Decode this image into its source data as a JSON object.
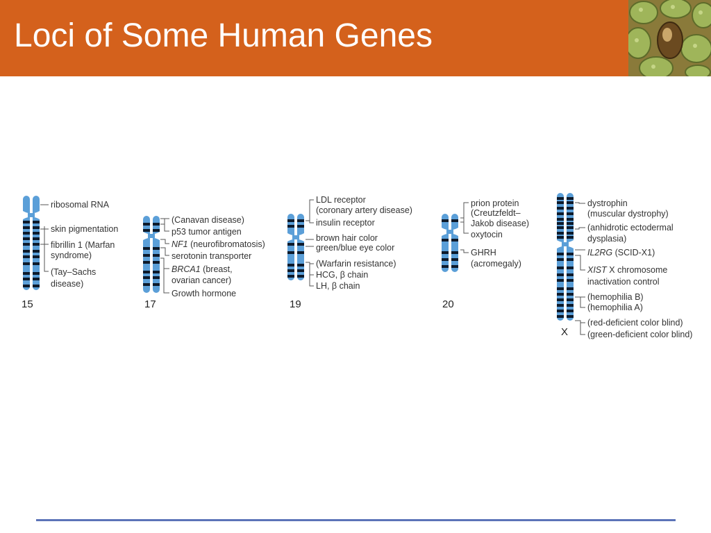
{
  "slide": {
    "title": "Loci of Some Human Genes"
  },
  "colors": {
    "header": "#d4611c",
    "chromosome": "#5b9fd8",
    "band": "#0d1a2b",
    "rule": "#5b73b8"
  },
  "chromosomes": [
    {
      "id": "15",
      "label": "15",
      "loci": [
        {
          "text": "ribosomal RNA"
        },
        {
          "text": "skin pigmentation"
        },
        {
          "text": "fibrillin 1 (Marfan syndrome)",
          "lines": [
            "fibrillin 1 (Marfan",
            "syndrome)"
          ]
        },
        {
          "text": "(Tay–Sachs disease)",
          "lines": [
            "(Tay–Sachs",
            "disease)"
          ]
        }
      ]
    },
    {
      "id": "17",
      "label": "17",
      "loci": [
        {
          "text": "(Canavan disease)"
        },
        {
          "text": "p53 tumor antigen"
        },
        {
          "gene": "NF1",
          "rest": " (neurofibromatosis)"
        },
        {
          "text": "serotonin transporter"
        },
        {
          "gene": "BRCA1",
          "rest": " (breast,",
          "line2": "ovarian cancer)"
        },
        {
          "text": "Growth hormone"
        }
      ]
    },
    {
      "id": "19",
      "label": "19",
      "loci": [
        {
          "text": "LDL receptor (coronary artery disease)",
          "lines": [
            "LDL receptor",
            "(coronary artery disease)"
          ]
        },
        {
          "text": "insulin receptor"
        },
        {
          "text": "brown hair color"
        },
        {
          "text": "green/blue eye color"
        },
        {
          "text": "(Warfarin resistance)"
        },
        {
          "text": "HCG, β chain"
        },
        {
          "text": "LH, β chain"
        }
      ]
    },
    {
      "id": "20",
      "label": "20",
      "loci": [
        {
          "text": "prion protein (Creutzfeldt–Jakob disease)",
          "lines": [
            "prion protein",
            "(Creutzfeldt–",
            "Jakob disease)"
          ]
        },
        {
          "text": "oxytocin"
        },
        {
          "text": "GHRH (acromegaly)",
          "lines": [
            "GHRH",
            "(acromegaly)"
          ]
        }
      ]
    },
    {
      "id": "X",
      "label": "X",
      "loci": [
        {
          "text": "dystrophin (muscular dystrophy)",
          "lines": [
            "dystrophin",
            "(muscular dystrophy)"
          ]
        },
        {
          "text": "(anhidrotic ectodermal dysplasia)",
          "lines": [
            "(anhidrotic ectodermal",
            "dysplasia)"
          ]
        },
        {
          "gene": "IL2RG",
          "rest": " (SCID-X1)"
        },
        {
          "gene": "XIST",
          "rest": " X chromosome",
          "line2": "inactivation control"
        },
        {
          "text": "(hemophilia B)"
        },
        {
          "text": "(hemophilia A)"
        },
        {
          "text": "(red-deficient color blind)"
        },
        {
          "text": "(green-deficient color blind)"
        }
      ]
    }
  ]
}
